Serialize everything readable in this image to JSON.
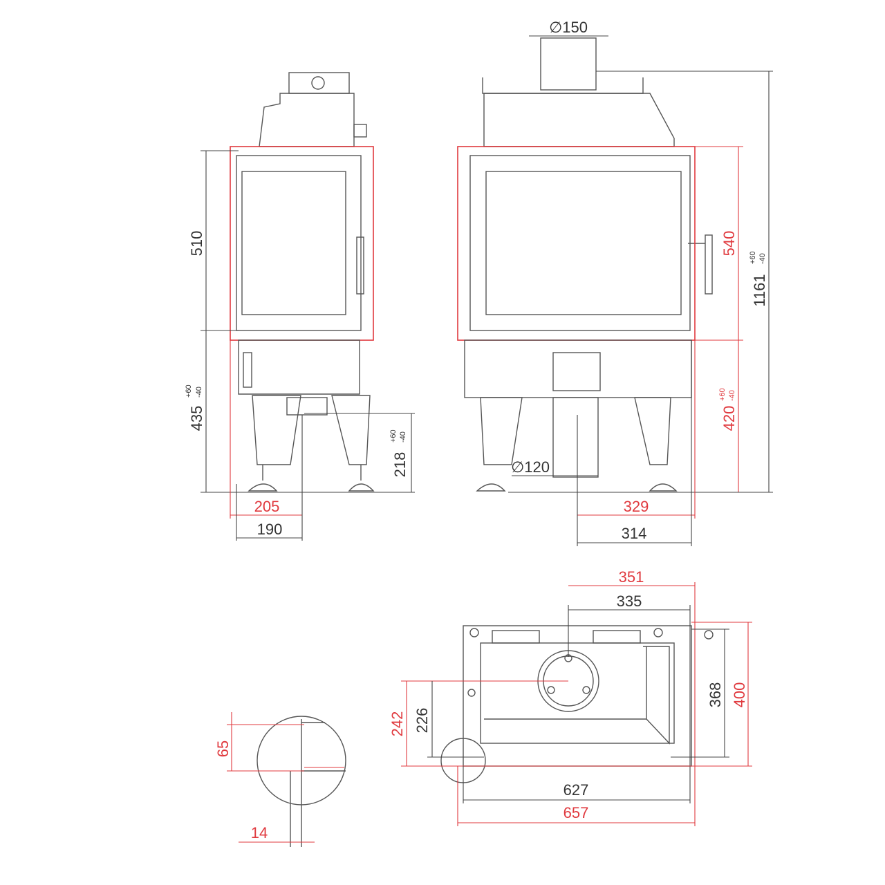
{
  "colors": {
    "dimension_black": "#333333",
    "dimension_red": "#e0393e",
    "outline": "#555555"
  },
  "side_view": {
    "height_510": "510",
    "height_435": "435",
    "tol_435_plus": "+60",
    "tol_435_minus": "-40",
    "height_218": "218",
    "tol_218_plus": "+60",
    "tol_218_minus": "-40",
    "depth_205": "205",
    "depth_190": "190"
  },
  "front_view": {
    "flue_diameter": "∅150",
    "air_diameter": "∅120",
    "height_540": "540",
    "height_420": "420",
    "tol_420_plus": "+60",
    "tol_420_minus": "-40",
    "height_1161": "1161",
    "tol_1161_plus": "+60",
    "tol_1161_minus": "-40",
    "width_329": "329",
    "width_314": "314"
  },
  "plan_view": {
    "width_351": "351",
    "width_335": "335",
    "depth_368": "368",
    "depth_400": "400",
    "depth_242": "242",
    "depth_226": "226",
    "width_627": "627",
    "width_657": "657"
  },
  "detail": {
    "height_65": "65",
    "width_14": "14"
  }
}
